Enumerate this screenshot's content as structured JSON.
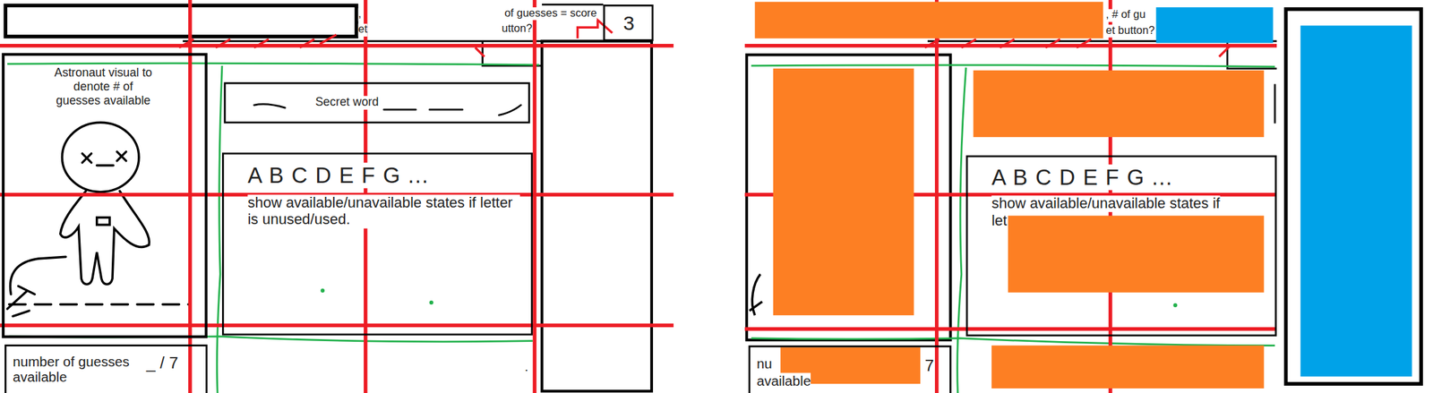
{
  "diagram": {
    "nodes": [
      {
        "text": [
          "3"
        ]
      },
      {
        "text": [
          "Astronaut visual to denote # of guesses available"
        ]
      },
      {
        "text": [
          "Secret word"
        ]
      },
      {
        "text": [
          "A B C D E F G ...",
          "show available/unavailable states if letter is unused/used."
        ]
      },
      {
        "text": [
          "number of guesses available",
          "_ / 7"
        ]
      },
      {
        "text": [
          "A B C D E F G ...",
          "show available/unavailable states if",
          "let"
        ]
      },
      {
        "text": [
          "nu",
          "available",
          "7"
        ]
      }
    ],
    "labels": [
      ",",
      "et",
      "of guesses = score",
      "utton?",
      ".",
      ", # of gu",
      "et button?"
    ]
  }
}
